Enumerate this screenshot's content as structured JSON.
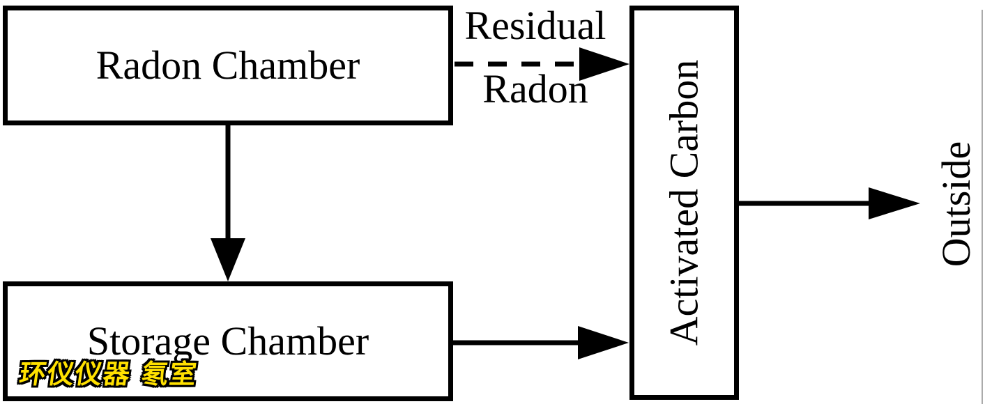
{
  "nodes": {
    "radon_chamber": {
      "label": "Radon Chamber"
    },
    "storage_chamber": {
      "label": "Storage Chamber"
    },
    "activated_carbon": {
      "label": "Activated Carbon"
    },
    "outside": {
      "label": "Outside"
    }
  },
  "edges": {
    "residual_to_carbon": {
      "from": "Radon Chamber",
      "to": "Activated Carbon",
      "style": "dashed-arrow",
      "label_line1": "Residual",
      "label_line2": "Radon"
    },
    "radon_to_storage": {
      "from": "Radon Chamber",
      "to": "Storage Chamber",
      "style": "solid-arrow"
    },
    "storage_to_carbon": {
      "from": "Storage Chamber",
      "to": "Activated Carbon",
      "style": "solid-arrow"
    },
    "carbon_to_outside": {
      "from": "Activated Carbon",
      "to": "Outside",
      "style": "solid-arrow"
    }
  },
  "watermark": {
    "text": "环仪仪器 氡室",
    "fill_color": "#FFE100",
    "outline_color": "#000000"
  },
  "colors": {
    "background": "#FFFFFF",
    "line": "#000000",
    "right_edge_line": "#ABABAB"
  }
}
